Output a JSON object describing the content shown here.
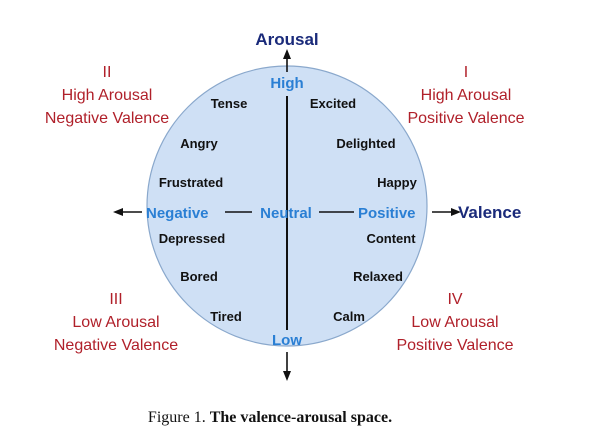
{
  "axes": {
    "vertical_title": "Arousal",
    "horizontal_title": "Valence",
    "high": "High",
    "low": "Low",
    "negative": "Negative",
    "neutral": "Neutral",
    "positive": "Positive"
  },
  "quadrants": {
    "q1": {
      "numeral": "I",
      "line1": "High Arousal",
      "line2": "Positive Valence"
    },
    "q2": {
      "numeral": "II",
      "line1": "High Arousal",
      "line2": "Negative Valence"
    },
    "q3": {
      "numeral": "III",
      "line1": "Low Arousal",
      "line2": "Negative Valence"
    },
    "q4": {
      "numeral": "IV",
      "line1": "Low Arousal",
      "line2": "Positive Valence"
    }
  },
  "emotions": {
    "tense": "Tense",
    "excited": "Excited",
    "angry": "Angry",
    "delighted": "Delighted",
    "frustrated": "Frustrated",
    "happy": "Happy",
    "depressed": "Depressed",
    "content": "Content",
    "bored": "Bored",
    "relaxed": "Relaxed",
    "tired": "Tired",
    "calm": "Calm"
  },
  "caption": {
    "prefix": "Figure 1.",
    "title": "The valence-arousal space."
  },
  "colors": {
    "circle_fill": "#cfe0f5",
    "circle_stroke": "#8aa8cc",
    "axis_title": "#1a2a7a",
    "axis_label": "#2a7fd4",
    "quadrant_text": "#b0202a",
    "emotion_text": "#111111"
  }
}
